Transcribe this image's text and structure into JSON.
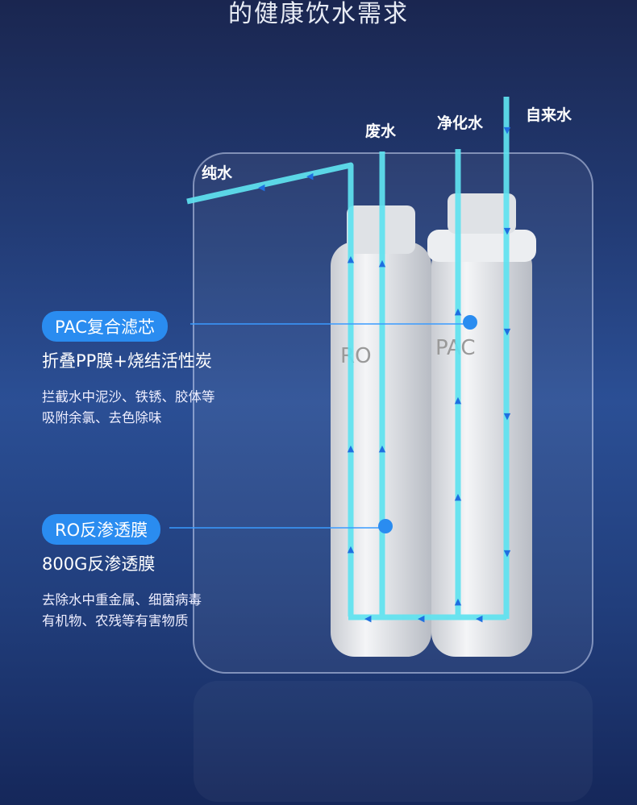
{
  "title": "的健康饮水需求",
  "flow_labels": {
    "pure_water": "纯水",
    "waste_water": "废水",
    "purified_water": "净化水",
    "tap_water": "自来水"
  },
  "filters": [
    {
      "name": "PAC复合滤芯",
      "material": "折叠PP膜+烧结活性炭",
      "desc": [
        "拦截水中泥沙、铁锈、胶体等",
        "吸附余氯、去色除味"
      ],
      "cartridge_mark": "PAC"
    },
    {
      "name": "RO反渗透膜",
      "material": "800G反渗透膜",
      "desc": [
        "去除水中重金属、细菌病毒",
        "有机物、农残等有害物质"
      ],
      "cartridge_mark": "RO"
    }
  ],
  "colors": {
    "pipe": "#5fe3f0",
    "pill": "#2a8cf0",
    "arrow": "#1e6fe0"
  }
}
